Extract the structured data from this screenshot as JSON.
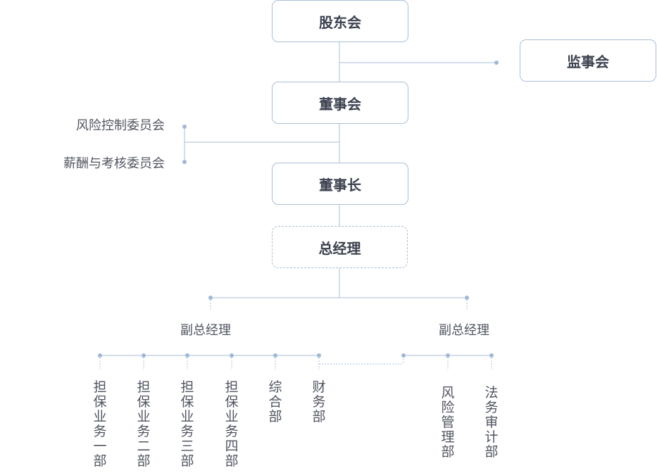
{
  "boxes": {
    "shareholders": "股东会",
    "supervisors": "监事会",
    "board": "董事会",
    "chairman": "董事长",
    "general_manager": "总经理"
  },
  "committees": {
    "risk_control": "风险控制委员会",
    "remuneration": "薪酬与考核委员会"
  },
  "deputy_gm": {
    "left": "副总经理",
    "right": "副总经理"
  },
  "departments": [
    "担保业务一部",
    "担保业务二部",
    "担保业务三部",
    "担保业务四部",
    "综合部",
    "财务部",
    "风险管理部",
    "法务审计部"
  ],
  "colors": {
    "line": "#a9bfd8",
    "dot": "#9fb8d8",
    "text": "#505560"
  }
}
